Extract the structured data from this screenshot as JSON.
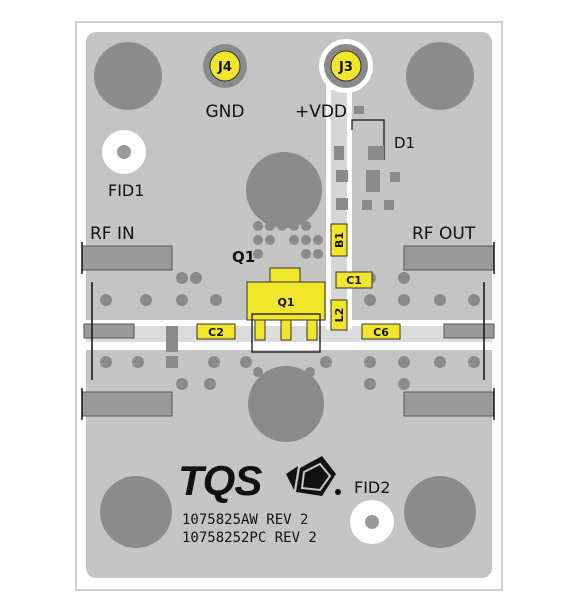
{
  "board": {
    "labels": {
      "j4": "J4",
      "j3": "J3",
      "gnd": "GND",
      "vdd": "+VDD",
      "d1": "D1",
      "fid1": "FID1",
      "fid2": "FID2",
      "rf_in": "RF IN",
      "rf_out": "RF OUT",
      "q1_silk": "Q1",
      "q1_body": "Q1",
      "b1": "B1",
      "c1": "C1",
      "c2": "C2",
      "l2": "L2",
      "c6": "C6"
    },
    "logo": "TQS",
    "part_numbers": [
      "1075825AW REV 2",
      "10758252PC REV 2"
    ],
    "colors": {
      "board": "#c4c4c4",
      "copper": "#d8d8d8",
      "hole": "#8a8a8a",
      "component": "#f2e62a",
      "connector": "#9a9a9a"
    }
  }
}
